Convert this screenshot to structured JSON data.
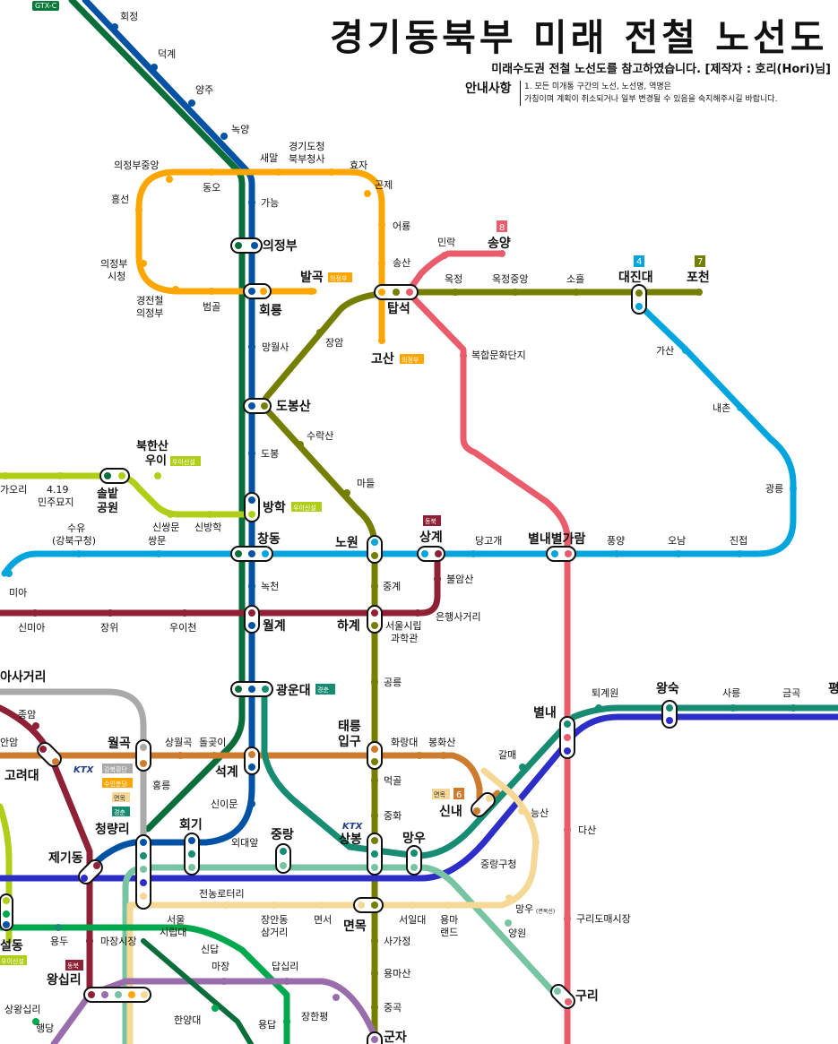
{
  "title": "경기동북부 미래 전철 노선도",
  "subtitle": "미래수도권 전철 노선도를 참고하였습니다. [제작자 : 호리(Hori)님]",
  "notice": {
    "label": "안내사항",
    "line1": "1. 모든 미개통 구간의 노선, 노선명, 역명은",
    "line2": "가칭이며 계획이 취소되거나 일부 변경될 수 있음을 숙지해주시길 바랍니다."
  },
  "gtx_badge": "GTX-C",
  "line_colors": {
    "gtxc": "#0a6e3b",
    "line1": "#0052a4",
    "line4": "#00a5de",
    "line7": "#747f00",
    "line8": "#e6186c",
    "uijeongbu": "#fda600",
    "ui": "#b0ce18",
    "line6": "#cd7c2f",
    "gyeongchun": "#178c72",
    "gyeongui": "#77c4a3",
    "line2": "#00a84d",
    "line5": "#996cac",
    "line6b": "#8e2136",
    "dongbuk": "#8e2136",
    "myeonmok": "#f5d896",
    "jungang": "#2d2dc8",
    "gray": "#a9a9a9"
  },
  "stations": {
    "hoejeong": "회정",
    "deokgye": "덕계",
    "yangju": "양주",
    "nogyang": "녹양",
    "saemal": "새말",
    "gyeonggi_bukbu": "경기도청\n북부청사",
    "hyoja": "효자",
    "gonje": "곤제",
    "uijeongbu_jungang": "의정부중앙",
    "dongo": "동오",
    "heungseon": "흥선",
    "ganeung": "가능",
    "uijeongbu": "의정부",
    "uijeongbu_city": "의정부\n시청",
    "balgok": "발곡",
    "balgok_tag": "의정부",
    "gyeongjeon": "경전철\n의정부",
    "beomgol": "범골",
    "hoeryong": "회룡",
    "mangwolsa": "망월사",
    "eoryong": "어룡",
    "songsan": "송산",
    "minrak": "민락",
    "songyang": "송양",
    "songyang_tag": "8",
    "okjeong": "옥정",
    "okjeong_jungang": "옥정중앙",
    "soheul": "소흘",
    "daejindae": "대진대",
    "daejindae_tag": "4",
    "pocheon": "포천",
    "pocheon_tag": "7",
    "tapseok": "탑석",
    "janggam": "장암",
    "gosan": "고산",
    "gosan_tag": "의정부",
    "bokhap": "복합문화단지",
    "gasan": "가산",
    "naechon": "내촌",
    "dobongsan": "도봉산",
    "surak": "수락산",
    "dobong": "도봉",
    "madeul": "마들",
    "gwangneung": "광릉",
    "bukhansan": "북한산\n우이",
    "bukhansan_tag": "우이신설",
    "solbat": "솔밭\n공원",
    "orio": "가오리",
    "minju": "4.19\n민주묘지",
    "sinssangmun": "신쌍문",
    "sinbanghak": "신방학",
    "banghak": "방학",
    "banghak_tag": "우이신설",
    "suyu": "수유\n(강북구청)",
    "ssangmun": "쌍문",
    "changdong": "창동",
    "nowon": "노원",
    "sanggye": "상계",
    "sanggye_tag": "동북",
    "danggogae": "당고개",
    "byeollae_byeolgaram": "별내별가람",
    "pungyang": "풍양",
    "onam": "오남",
    "jinjeop": "진접",
    "mia": "미아",
    "nokcheon": "녹천",
    "junggye": "중계",
    "bulamsan": "불암산",
    "eunhaeng": "은행사거리",
    "sinmia": "신미아",
    "jangwi": "장위",
    "uicheon": "우이천",
    "wolgye": "월계",
    "hagye": "하계",
    "seoulsirip": "서울시립\n과학관",
    "gongneung": "공릉",
    "kwangundae": "광운대",
    "kwangundae_tag": "경춘",
    "toegyewon": "퇴계원",
    "wangsuk": "왕숙",
    "sareung": "사릉",
    "geumgok": "금곡",
    "pyeong": "평",
    "mia_sageori": "미아사거리",
    "jongam": "종암",
    "anam": "안암",
    "goryeodae": "고려대",
    "wolgok": "월곡",
    "sangwolgok": "상월곡",
    "dolgoji": "돌곶이",
    "seokgye": "석계",
    "taereung": "태릉\n입구",
    "hwarangdae": "화랑대",
    "bonghwasan": "봉화산",
    "byeollae": "별내",
    "galmae": "갈매",
    "ktx_tags": [
      "KTX",
      "강북횡단",
      "수인분당",
      "면목",
      "경춘"
    ],
    "heungnong": "홍릉",
    "cheongnyangni": "청량리",
    "sinimun": "신이문",
    "meokgol": "먹골",
    "sinnae": "신내",
    "sinnae_tag": "면목",
    "sinnae_num": "6",
    "neungsan": "능산",
    "dasan": "다산",
    "hoegi": "회기",
    "oedae": "외대앞",
    "jungnang": "중랑",
    "sangbong": "상봉",
    "junghwa": "중화",
    "mangu": "망우",
    "jungnang_gu": "중랑구청",
    "jegidong": "제기동",
    "jeonnong": "전농로터리",
    "mangu_myeonmok": "망우",
    "mangu_myeonmok_tag": "(면목선)",
    "guri_market": "구리도매시장",
    "seoul_sirip": "서울\n시립대",
    "janganong": "장안동\n삼거리",
    "myeonseo": "면서",
    "myeonmok": "면목",
    "seoilmok": "서일대",
    "yongma": "용마\n랜드",
    "yangwon": "양원",
    "yongdu": "용두",
    "majang_sijang": "마장시장",
    "sinseol": "신설동",
    "sinseol_tag": "우이신설",
    "sinseol_label": "설동",
    "sinseol_sub_tag": "우이신설",
    "sagajeong": "사가정",
    "wangsimni": "왕십리",
    "wangsimni_tag": "동북",
    "sindap": "신답",
    "majang": "마장",
    "dapsimni": "답십리",
    "yongmasan": "용마산",
    "guri": "구리",
    "sangwangsimni": "상왕십리",
    "haengdang": "행당",
    "hanyangdae": "한양대",
    "yongdap": "용답",
    "janghanpyeong": "장한평",
    "junggok": "중곡",
    "gunja": "군자"
  }
}
